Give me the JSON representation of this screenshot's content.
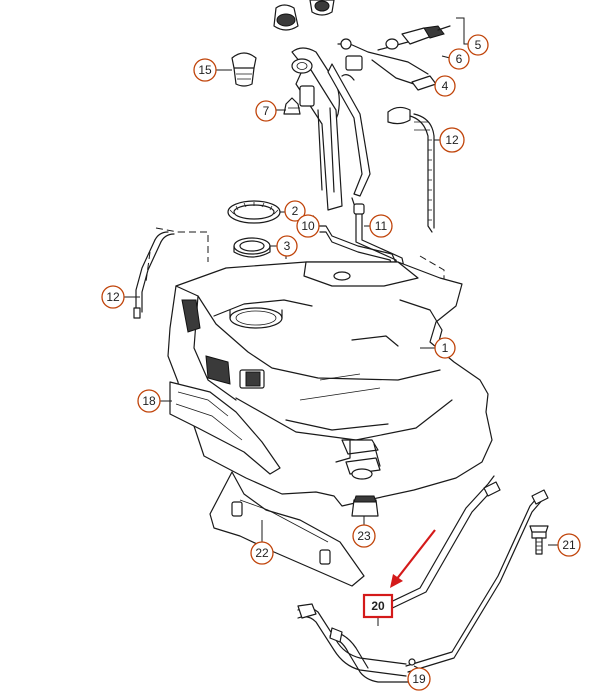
{
  "colors": {
    "callout_ring": "#c0440a",
    "highlight_box": "#d41a1a",
    "arrow": "#d41a1a",
    "line_art": "#1a1a1a"
  },
  "callouts": {
    "c1": "1",
    "c2": "2",
    "c3": "3",
    "c4": "4",
    "c5": "5",
    "c6": "6",
    "c7": "7",
    "c10": "10",
    "c11": "11",
    "c12a": "12",
    "c12b": "12",
    "c15": "15",
    "c18": "18",
    "c19": "19",
    "c20": "20",
    "c21": "21",
    "c22": "22",
    "c23": "23"
  },
  "highlight": {
    "part": "20"
  }
}
